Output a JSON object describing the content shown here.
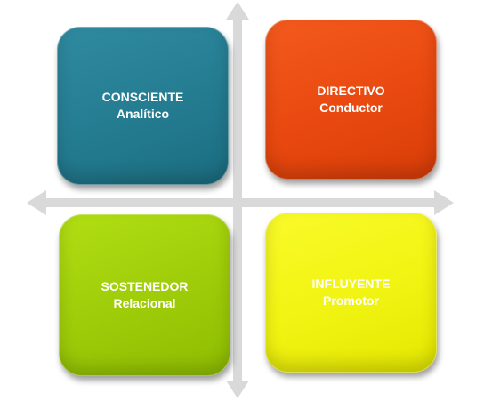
{
  "quadrants": {
    "top_left": {
      "title": "CONSCIENTE",
      "subtitle": "Analítico",
      "color": "#257d92"
    },
    "top_right": {
      "title": "DIRECTIVO",
      "subtitle": "Conductor",
      "color": "#ea4a10"
    },
    "bottom_left": {
      "title": "SOSTENEDOR",
      "subtitle": "Relacional",
      "color": "#9fcd09"
    },
    "bottom_right": {
      "title": "INFLUYENTE",
      "subtitle": "Promotor",
      "color": "#f2f413"
    }
  },
  "axes": {
    "color": "#d9d9d9",
    "icons": [
      "arrow-up-icon",
      "arrow-down-icon",
      "arrow-left-icon",
      "arrow-right-icon"
    ]
  }
}
